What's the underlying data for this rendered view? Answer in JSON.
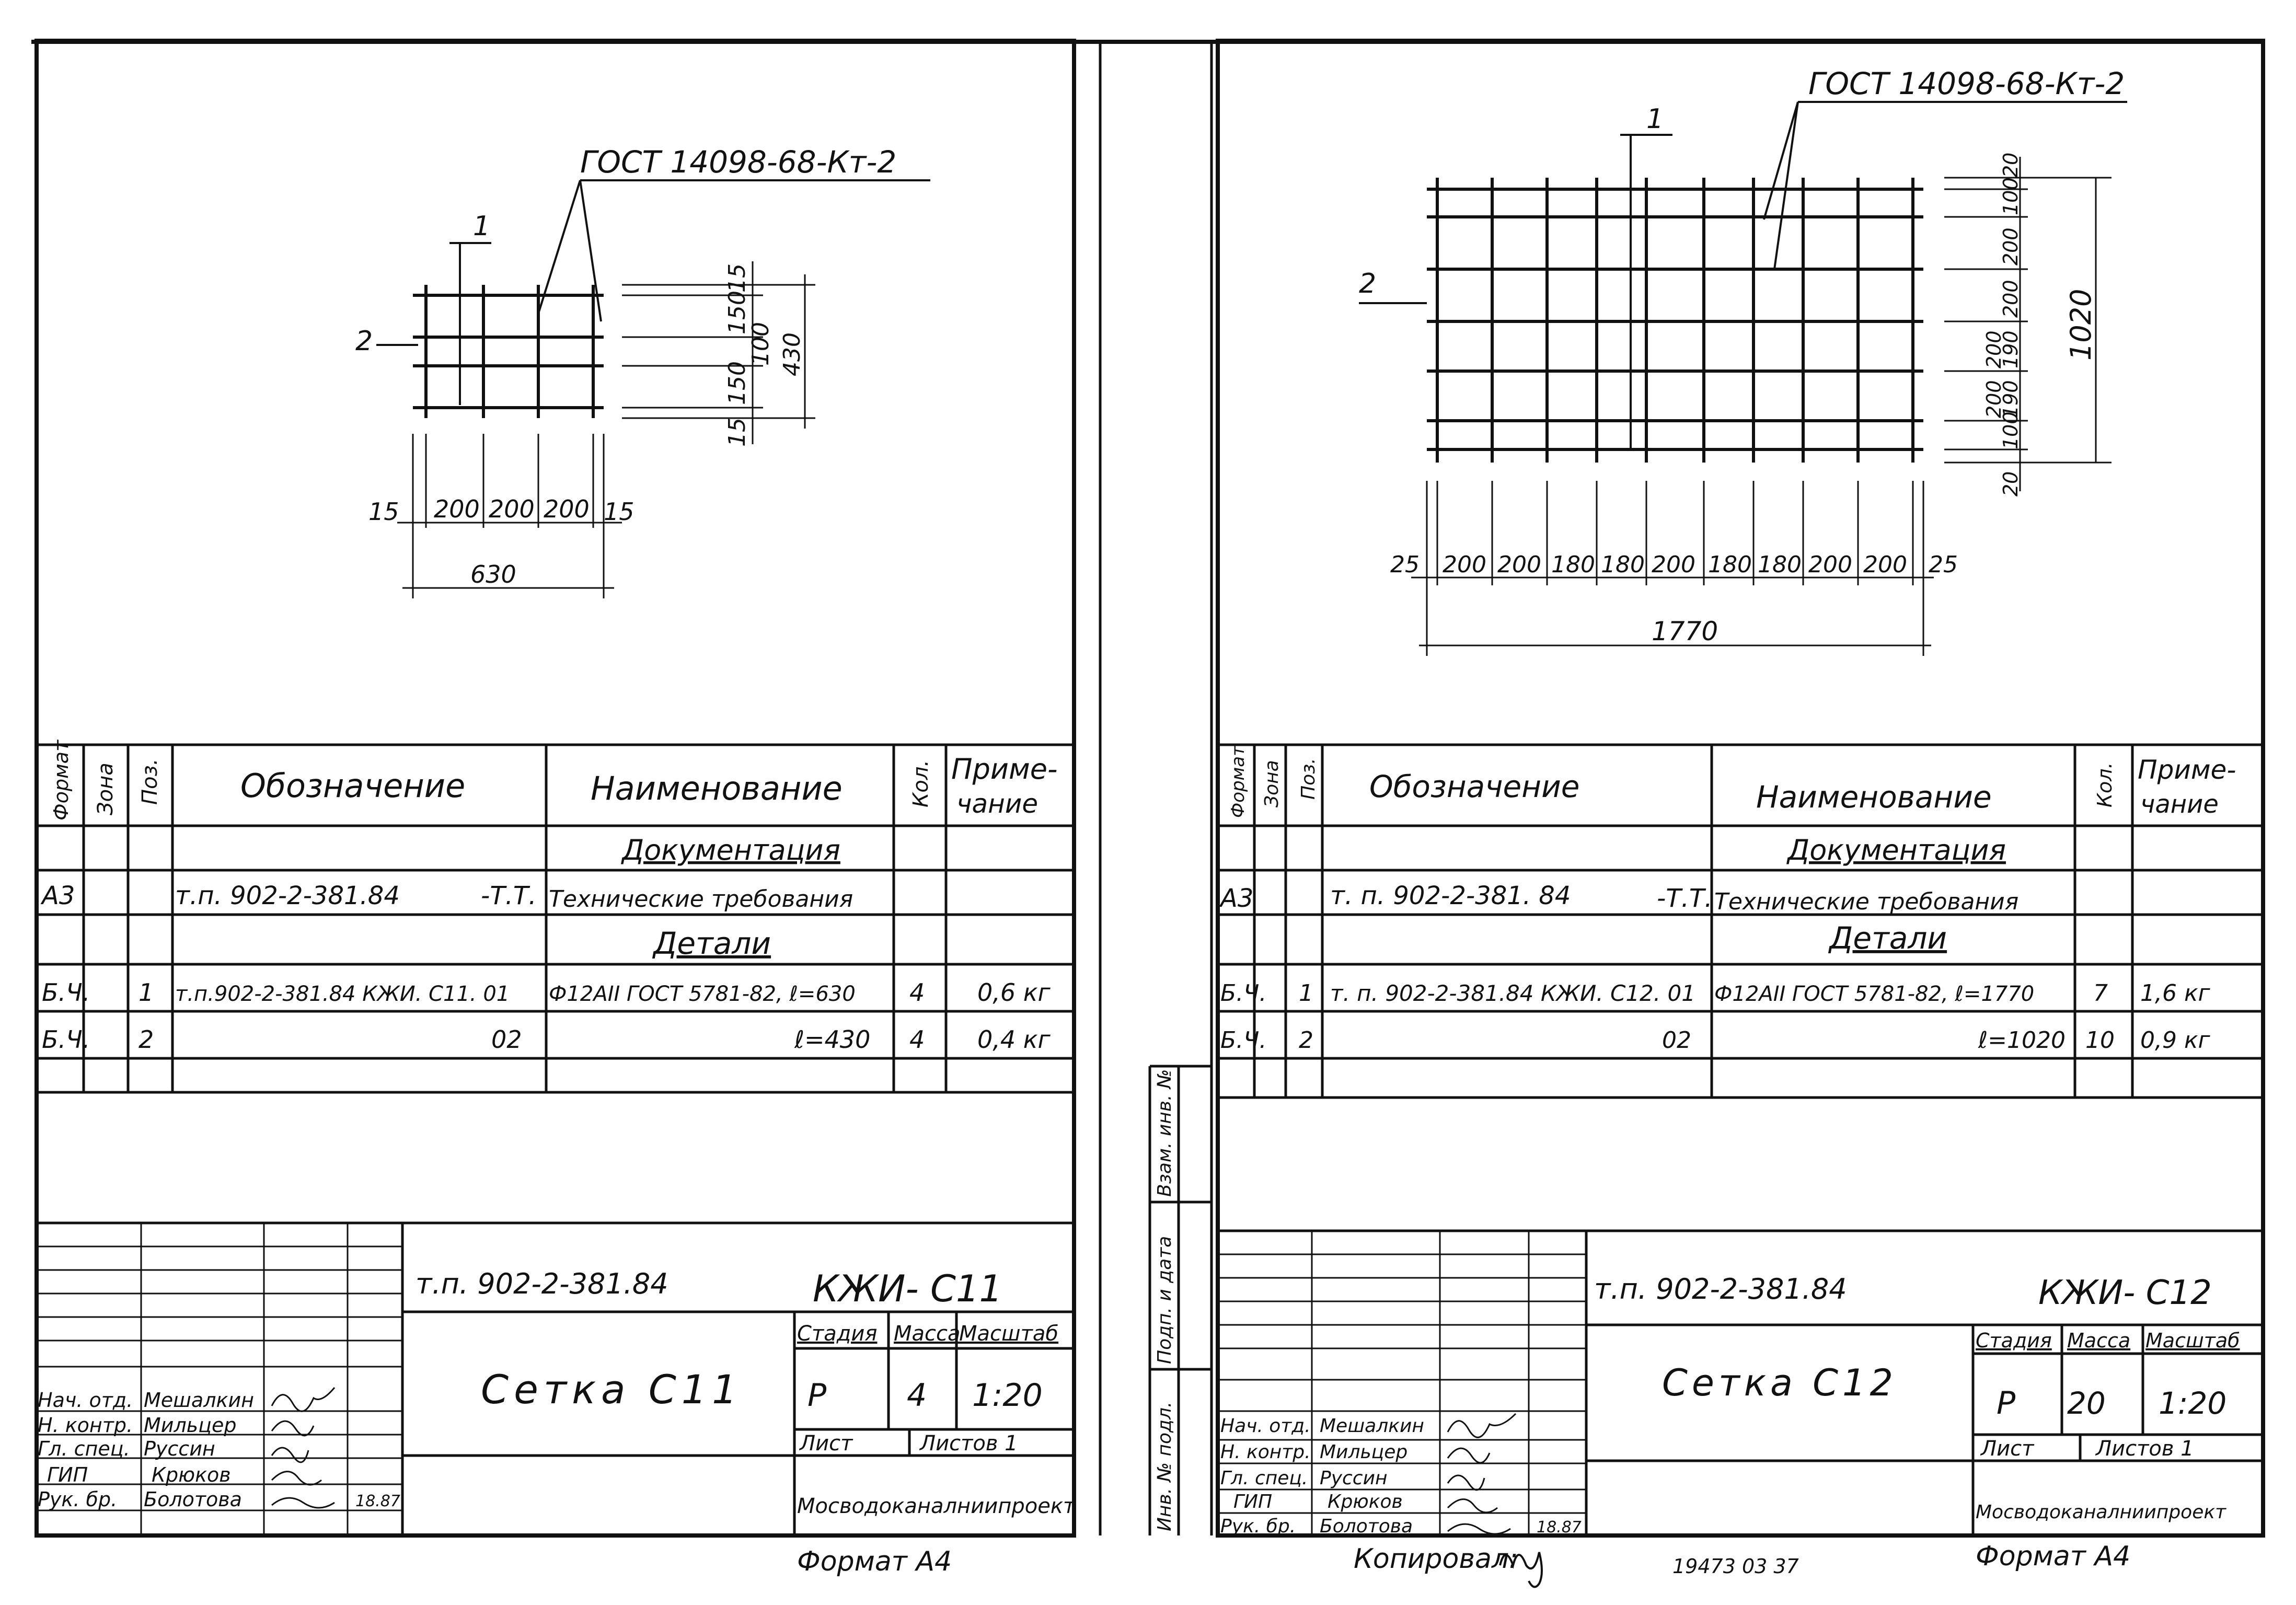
{
  "left": {
    "drawing": {
      "gost": "ГОСТ 14098-68-Кт-2",
      "pos1": "1",
      "pos2": "2",
      "dims_h": [
        "15",
        "200",
        "200",
        "200",
        "15"
      ],
      "total_h": "630",
      "dims_v": [
        "15",
        "150",
        "100",
        "150",
        "15"
      ],
      "total_v": "430"
    },
    "spec": {
      "headers": [
        "Формат",
        "Зона",
        "Поз.",
        "Обозначение",
        "Наименование",
        "Кол.",
        "Приме-",
        "чание"
      ],
      "section_docs": "Документация",
      "section_parts": "Детали",
      "rows": [
        {
          "format": "А3",
          "pos": "",
          "designation": "т.п. 902-2-381.84",
          "suffix": "-Т.Т.",
          "name": "Технические требования",
          "qty": "",
          "note": ""
        },
        {
          "format": "Б.Ч.",
          "pos": "1",
          "designation": "т.п.902-2-381.84 КЖИ. С11. 01",
          "suffix": "",
          "name": "Ф12АII ГОСТ 5781-82, ℓ=630",
          "qty": "4",
          "note": "0,6 кг"
        },
        {
          "format": "Б.Ч.",
          "pos": "2",
          "designation": "02",
          "suffix": "",
          "name": "ℓ=430",
          "qty": "4",
          "note": "0,4 кг"
        }
      ]
    },
    "title_block": {
      "doc_code": "т.п. 902-2-381.84",
      "sheet_code": "КЖИ- С11",
      "title": "Сетка С11",
      "stage_label": "Стадия",
      "mass_label": "Масса",
      "scale_label": "Масштаб",
      "stage": "Р",
      "mass": "4",
      "scale": "1:20",
      "sheet_label": "Лист",
      "sheets_label": "Листов 1",
      "org": "Мосводоканалниипроект",
      "roles": [
        "Нач. отд.",
        "Н. контр.",
        "Гл. спец.",
        "ГИП",
        "Рук. бр."
      ],
      "names": [
        "Мешалкин",
        "Мильцер",
        "Руссин",
        "Крюков",
        "Болотова"
      ],
      "date_note": "18.87"
    },
    "format": "Формат А4"
  },
  "right": {
    "drawing": {
      "gost": "ГОСТ 14098-68-Кт-2",
      "pos1": "1",
      "pos2": "2",
      "dims_h": [
        "25",
        "200",
        "200",
        "180",
        "180",
        "200",
        "180",
        "180",
        "200",
        "200",
        "25"
      ],
      "total_h": "1770",
      "dims_v": [
        "20",
        "100",
        "200",
        "200",
        "190",
        "190",
        "200",
        "200",
        "100",
        "20"
      ],
      "total_v": "1020"
    },
    "spec": {
      "headers": [
        "Формат",
        "Зона",
        "Поз.",
        "Обозначение",
        "Наименование",
        "Кол.",
        "Приме-",
        "чание"
      ],
      "section_docs": "Документация",
      "section_parts": "Детали",
      "rows": [
        {
          "format": "А3",
          "pos": "",
          "designation": "т. п. 902-2-381. 84",
          "suffix": "-Т.Т.",
          "name": "Технические требования",
          "qty": "",
          "note": ""
        },
        {
          "format": "Б.Ч.",
          "pos": "1",
          "designation": "т. п. 902-2-381.84 КЖИ. С12. 01",
          "suffix": "",
          "name": "Ф12АII ГОСТ 5781-82, ℓ=1770",
          "qty": "7",
          "note": "1,6 кг"
        },
        {
          "format": "Б.Ч.",
          "pos": "2",
          "designation": "02",
          "suffix": "",
          "name": "ℓ=1020",
          "qty": "10",
          "note": "0,9 кг"
        }
      ]
    },
    "title_block": {
      "doc_code": "т.п. 902-2-381.84",
      "sheet_code": "КЖИ- С12",
      "title": "Сетка С12",
      "stage_label": "Стадия",
      "mass_label": "Масса",
      "scale_label": "Масштаб",
      "stage": "Р",
      "mass": "20",
      "scale": "1:20",
      "sheet_label": "Лист",
      "sheets_label": "Листов 1",
      "org": "Мосводоканалниипроект",
      "roles": [
        "Нач. отд.",
        "Н. контр.",
        "Гл. спец.",
        "ГИП",
        "Рук. бр."
      ],
      "names": [
        "Мешалкин",
        "Мильцер",
        "Руссин",
        "Крюков",
        "Болотова"
      ],
      "date_note": "18.87"
    },
    "format": "Формат А4"
  },
  "side_stamp": [
    "Взам. инв. №",
    "Подп. и дата",
    "Инв. № подл."
  ],
  "copied": "Копировал: ",
  "footer_code": "19473  03    37"
}
